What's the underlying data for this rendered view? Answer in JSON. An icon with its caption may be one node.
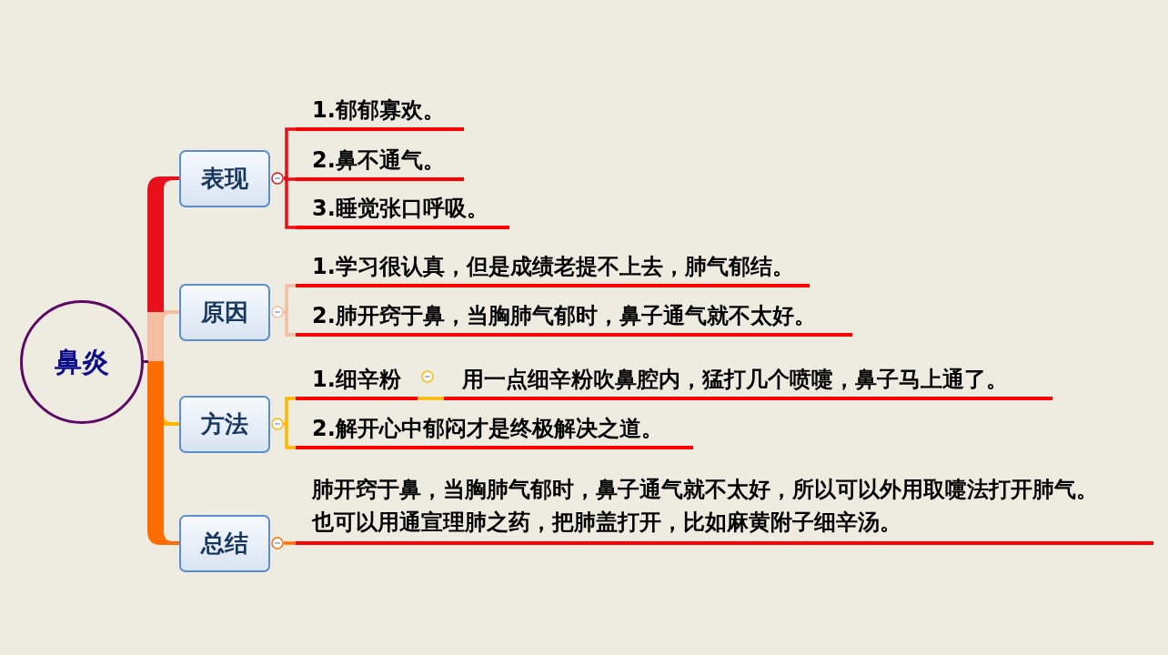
{
  "diagram": {
    "nodes": [
      {
        "text": [
          "鼻炎"
        ]
      },
      {
        "text": [
          "表现"
        ]
      },
      {
        "text": [
          "1.郁郁寡欢。"
        ]
      },
      {
        "text": [
          "2.鼻不通气。"
        ]
      },
      {
        "text": [
          "3.睡觉张口呼吸。"
        ]
      },
      {
        "text": [
          "原因"
        ]
      },
      {
        "text": [
          "1.学习很认真，但是成绩老提不上去，肺气郁结。"
        ]
      },
      {
        "text": [
          "2.肺开窍于鼻，当胸肺气郁时，鼻子通气就不太好。"
        ]
      },
      {
        "text": [
          "方法"
        ]
      },
      {
        "text": [
          "1.细辛粉"
        ]
      },
      {
        "text": [
          "用一点细辛粉吹鼻腔内，猛打几个喷嚏，鼻子马上通了。"
        ]
      },
      {
        "text": [
          "2.解开心中郁闷才是终极解决之道。"
        ]
      },
      {
        "text": [
          "总结"
        ]
      },
      {
        "text": [
          "肺开窍于鼻，当胸肺气郁时，鼻子通气就不太好，所以可以外用取嚏法打开肺气。也可以用通宣理肺之药，把肺盖打开，比如麻黄附子细辛汤。"
        ]
      }
    ],
    "edges": [
      {
        "from": 0,
        "to": 1,
        "arrow": "none",
        "style": "thick",
        "color": "#e8101a"
      },
      {
        "from": 0,
        "to": 5,
        "arrow": "none",
        "style": "thick",
        "color": "#f4bea3"
      },
      {
        "from": 0,
        "to": 8,
        "arrow": "none",
        "style": "thick",
        "color": "#ffb800"
      },
      {
        "from": 0,
        "to": 12,
        "arrow": "none",
        "style": "thick",
        "color": "#ff6d00"
      },
      {
        "from": 1,
        "to": 2,
        "arrow": "none",
        "color": "#e8101a"
      },
      {
        "from": 1,
        "to": 3,
        "arrow": "none",
        "color": "#e8101a"
      },
      {
        "from": 1,
        "to": 4,
        "arrow": "none",
        "color": "#e8101a"
      },
      {
        "from": 5,
        "to": 6,
        "arrow": "none",
        "color": "#f4bea3"
      },
      {
        "from": 5,
        "to": 7,
        "arrow": "none",
        "color": "#f4bea3"
      },
      {
        "from": 8,
        "to": 9,
        "arrow": "none",
        "color": "#ffb800"
      },
      {
        "from": 9,
        "to": 10,
        "arrow": "none",
        "color": "#ffb800"
      },
      {
        "from": 8,
        "to": 11,
        "arrow": "none",
        "color": "#ffb800"
      },
      {
        "from": 12,
        "to": 13,
        "arrow": "none",
        "color": "#ff6d00"
      }
    ]
  }
}
